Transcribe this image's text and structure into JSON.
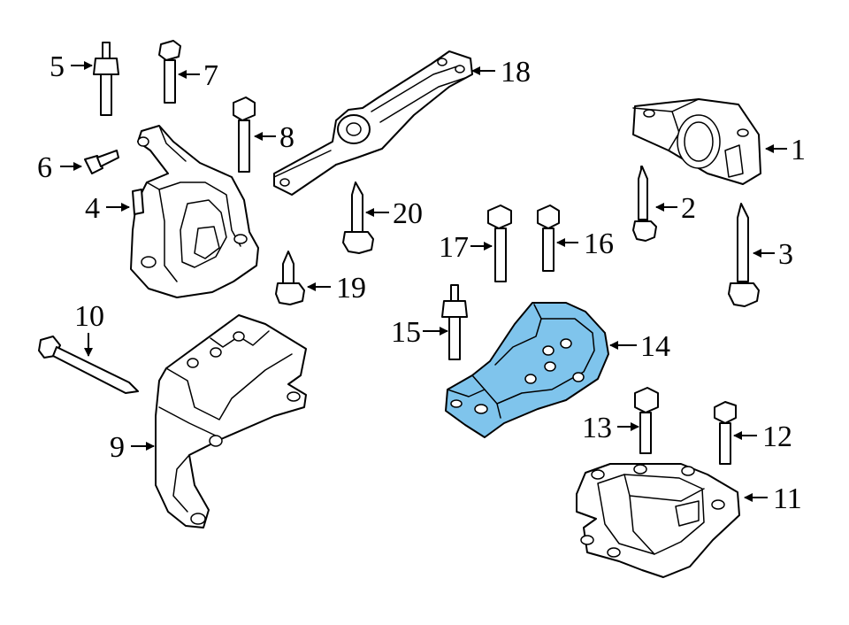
{
  "colors": {
    "highlight": "#7fc4ec",
    "line": "#000000",
    "background": "#ffffff"
  },
  "callouts": [
    {
      "num": "1"
    },
    {
      "num": "2"
    },
    {
      "num": "3"
    },
    {
      "num": "4"
    },
    {
      "num": "5"
    },
    {
      "num": "6"
    },
    {
      "num": "7"
    },
    {
      "num": "8"
    },
    {
      "num": "9"
    },
    {
      "num": "10"
    },
    {
      "num": "11"
    },
    {
      "num": "12"
    },
    {
      "num": "13"
    },
    {
      "num": "14"
    },
    {
      "num": "15"
    },
    {
      "num": "16"
    },
    {
      "num": "17"
    },
    {
      "num": "18"
    },
    {
      "num": "19"
    },
    {
      "num": "20"
    }
  ],
  "highlighted_part": "14"
}
